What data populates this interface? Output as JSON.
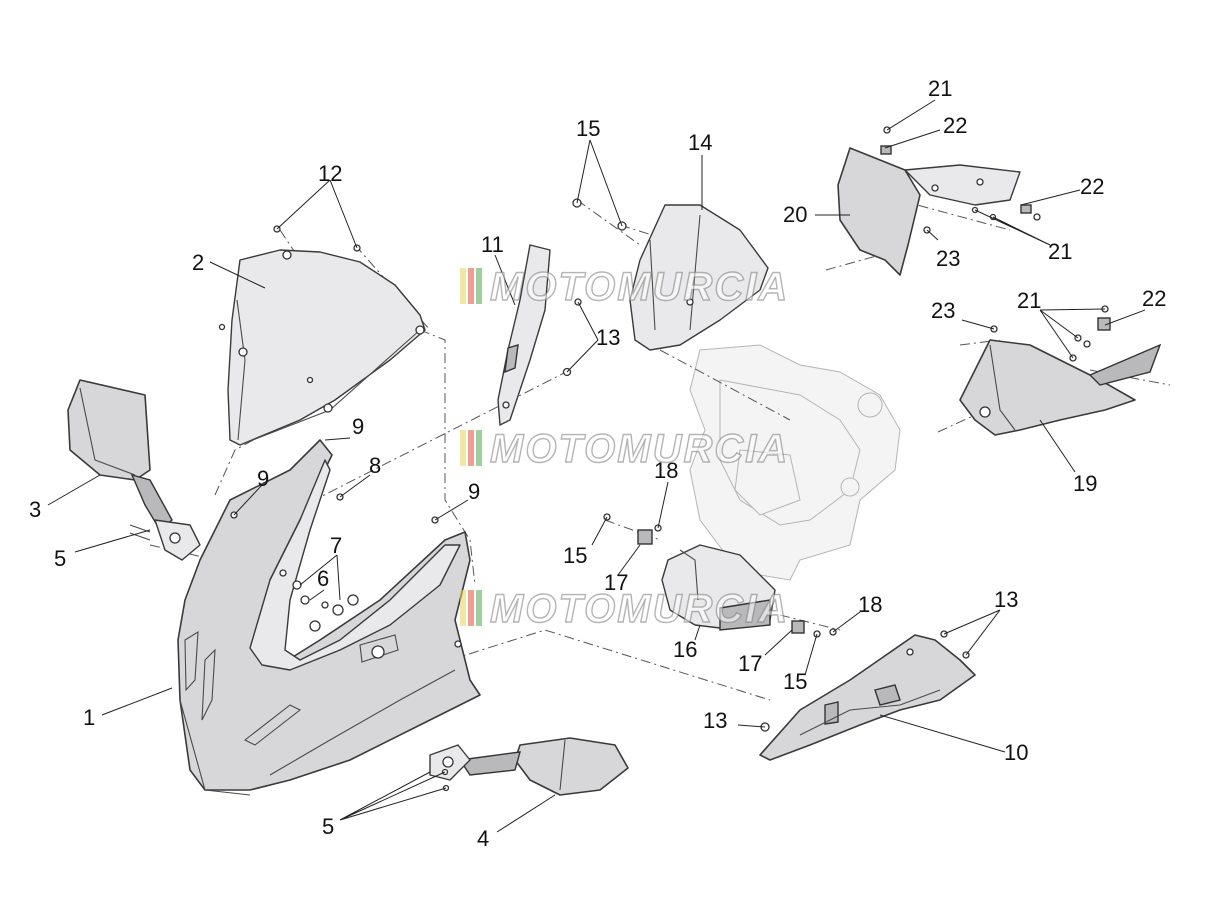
{
  "watermark": {
    "text": "MOTOMURCIA",
    "stripe_colors": [
      "#e8d25a",
      "#e0503a",
      "#4fa84a"
    ]
  },
  "labels": [
    "1",
    "2",
    "3",
    "4",
    "5",
    "6",
    "7",
    "8",
    "9",
    "10",
    "11",
    "12",
    "13",
    "14",
    "15",
    "16",
    "17",
    "18",
    "19",
    "20",
    "21",
    "22",
    "23"
  ]
}
